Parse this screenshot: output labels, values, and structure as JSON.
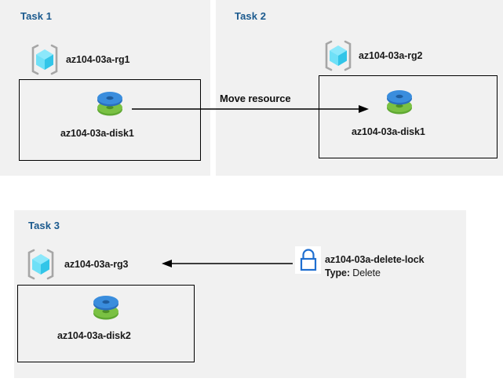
{
  "diagram": {
    "title_color": "#1b5a8e",
    "panel_bg": "#f1f1f1",
    "page_bg": "#ffffff",
    "cube_color": "#50e6ff",
    "disk_top_color": "#3a8ddd",
    "disk_bottom_color": "#6cb33f",
    "lock_color": "#1f6fd0"
  },
  "tasks": [
    {
      "label": "Task 1",
      "resource_group": "az104-03a-rg1",
      "resource": "az104-03a-disk1",
      "rg_icon": "resource-group-cube-icon",
      "resource_icon": "managed-disk-icon"
    },
    {
      "label": "Task 2",
      "resource_group": "az104-03a-rg2",
      "resource": "az104-03a-disk1",
      "rg_icon": "resource-group-cube-icon",
      "resource_icon": "managed-disk-icon"
    },
    {
      "label": "Task 3",
      "resource_group": "az104-03a-rg3",
      "resource": "az104-03a-disk2",
      "rg_icon": "resource-group-cube-icon",
      "resource_icon": "managed-disk-icon"
    }
  ],
  "connectors": {
    "move_resource_label": "Move resource",
    "move_arrow_icon": "arrow-right-icon",
    "lock_arrow_icon": "arrow-left-icon"
  },
  "lock": {
    "icon": "lock-icon",
    "name": "az104-03a-delete-lock",
    "type_key": "Type:",
    "type_value": "Delete"
  }
}
